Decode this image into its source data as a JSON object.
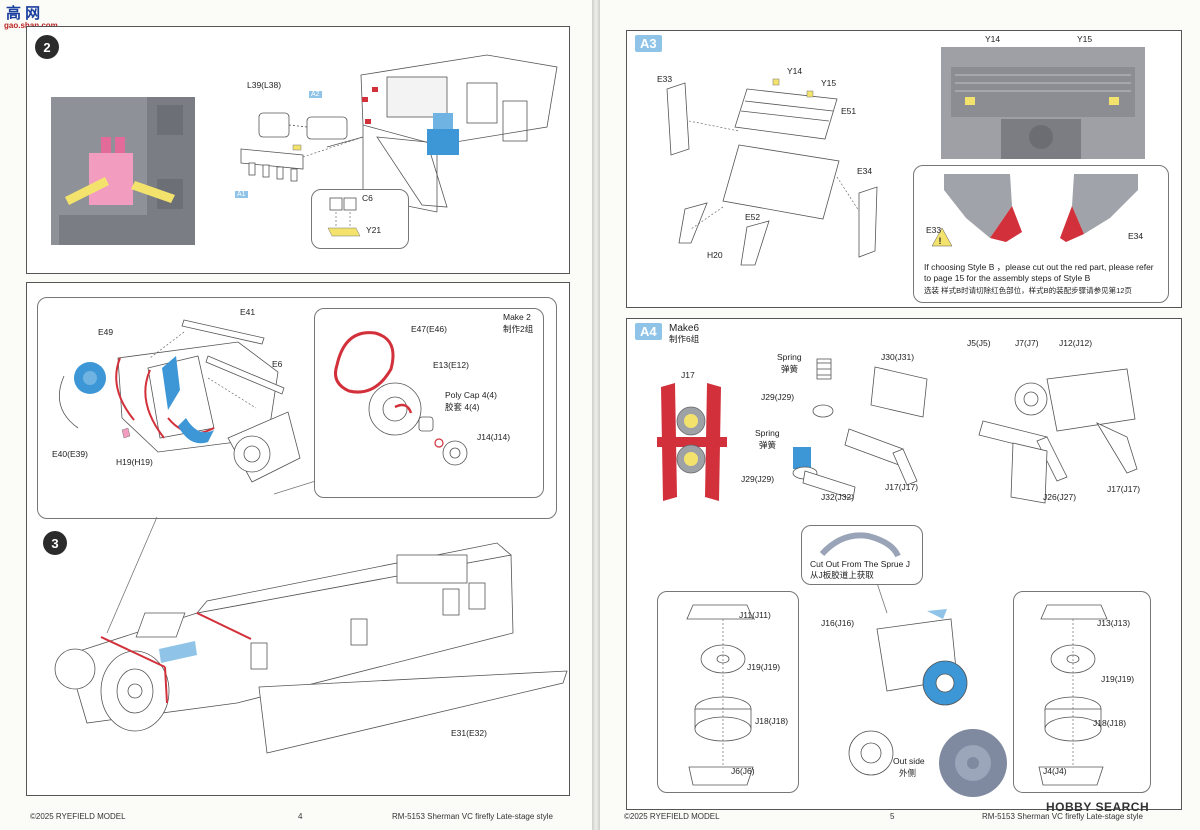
{
  "watermark": {
    "logo_cjk": "高 网",
    "url": "gao.shan.com"
  },
  "left_page": {
    "step2": {
      "number": "2",
      "labels": {
        "l39": "L39(L38)",
        "a2": "A2",
        "a1": "A1",
        "c6": "C6",
        "y21": "Y21"
      }
    },
    "step3": {
      "number": "3",
      "sub_callout": {
        "make": "Make 2",
        "make_cjk": "制作2组",
        "e47": "E47(E46)",
        "e13": "E13(E12)",
        "polycap": "Poly Cap 4(4)",
        "polycap_cjk": "胶套 4(4)",
        "j14": "J14(J14)"
      },
      "labels": {
        "e49": "E49",
        "e41": "E41",
        "e6": "E6",
        "e40": "E40(E39)",
        "h19": "H19(H19)",
        "e31": "E31(E32)"
      }
    },
    "footer": {
      "copyright": "©2025 RYEFIELD MODEL",
      "page": "4",
      "product": "RM-5153 Sherman VC firefly Late-stage style"
    }
  },
  "right_page": {
    "a3": {
      "badge": "A3",
      "labels": {
        "e33": "E33",
        "y14": "Y14",
        "y15": "Y15",
        "e51": "E51",
        "e34": "E34",
        "e52": "E52",
        "h20": "H20"
      },
      "photo_labels": {
        "y14": "Y14",
        "y15": "Y15"
      },
      "inset_labels": {
        "e33": "E33",
        "e34": "E34"
      },
      "note_en": "If choosing  Style B ，please cut out the red part, please refer to page 15 for the assembly steps of Style B",
      "note_cjk": "选装 样式B时请切除红色部位，样式B的装配步骤请参见第12页"
    },
    "a4": {
      "badge": "A4",
      "make": "Make6",
      "make_cjk": "制作6组",
      "labels": {
        "j17": "J17",
        "spring1": "Spring",
        "spring1_cjk": "弹簧",
        "j29a": "J29(J29)",
        "spring2": "Spring",
        "spring2_cjk": "弹簧",
        "j29b": "J29(J29)",
        "j32": "J32(J32)",
        "j30": "J30(J31)",
        "j17b": "J17(J17)",
        "j5": "J5(J5)",
        "j7": "J7(J7)",
        "j12": "J12(J12)",
        "j26": "J26(J27)",
        "j17c": "J17(J17)",
        "cutout": "Cut Out From The Sprue J",
        "cutout_cjk": "从J板胶道上获取",
        "j16": "J16(J16)",
        "j11": "J11(J11)",
        "j19a": "J19(J19)",
        "j18a": "J18(J18)",
        "j6": "J6(J6)",
        "j13": "J13(J13)",
        "j19b": "J19(J19)",
        "j18b": "J18(J18)",
        "j4": "J4(J4)",
        "outside": "Out side",
        "outside_cjk": "外侧"
      }
    },
    "footer": {
      "copyright": "©2025 RYEFIELD MODEL",
      "page": "5",
      "product": "RM-5153 Sherman VC firefly Late-stage style"
    }
  },
  "branding": {
    "hobbysearch": "HOBBY SEARCH"
  },
  "colors": {
    "accent_blue": "#8fc4e8",
    "part_blue": "#3d97d6",
    "part_red": "#d2303a",
    "part_pink": "#f29cc0",
    "part_yellow": "#f3e36d"
  }
}
